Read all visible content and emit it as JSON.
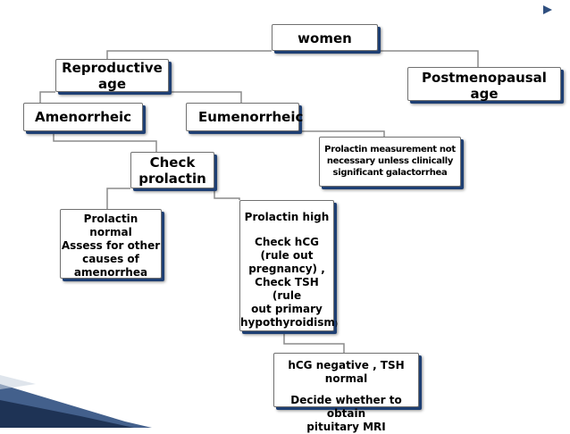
{
  "nodes": {
    "women": "women",
    "reproductive": [
      "Reproductive",
      "age"
    ],
    "postmenopausal": [
      "Postmenopausal",
      "age"
    ],
    "amenorrheic": "Amenorrheic",
    "eumenorrheic": "Eumenorrheic",
    "check_prolactin": [
      "Check",
      "prolactin"
    ],
    "prolactin_not_necessary": [
      "Prolactin measurement not",
      "necessary unless clinically",
      "significant galactorrhea"
    ],
    "prolactin_normal": [
      "Prolactin normal",
      "Assess for other",
      "causes of",
      "amenorrhea"
    ],
    "prolactin_high_title": "Prolactin high",
    "prolactin_high_body": [
      "Check hCG",
      "(rule out",
      "pregnancy) ,",
      "Check TSH (rule",
      "out primary",
      "hypothyroidism"
    ],
    "prolactin_high_tail": ")",
    "hcg_title": "hCG negative , TSH normal",
    "hcg_body": [
      "Decide whether to obtain",
      "pituitary MRI"
    ]
  },
  "colors": {
    "accent": "#1e3f73",
    "node_border": "#707070",
    "connector": "#8c8c8c",
    "corner_band": "#2f4f7f"
  }
}
